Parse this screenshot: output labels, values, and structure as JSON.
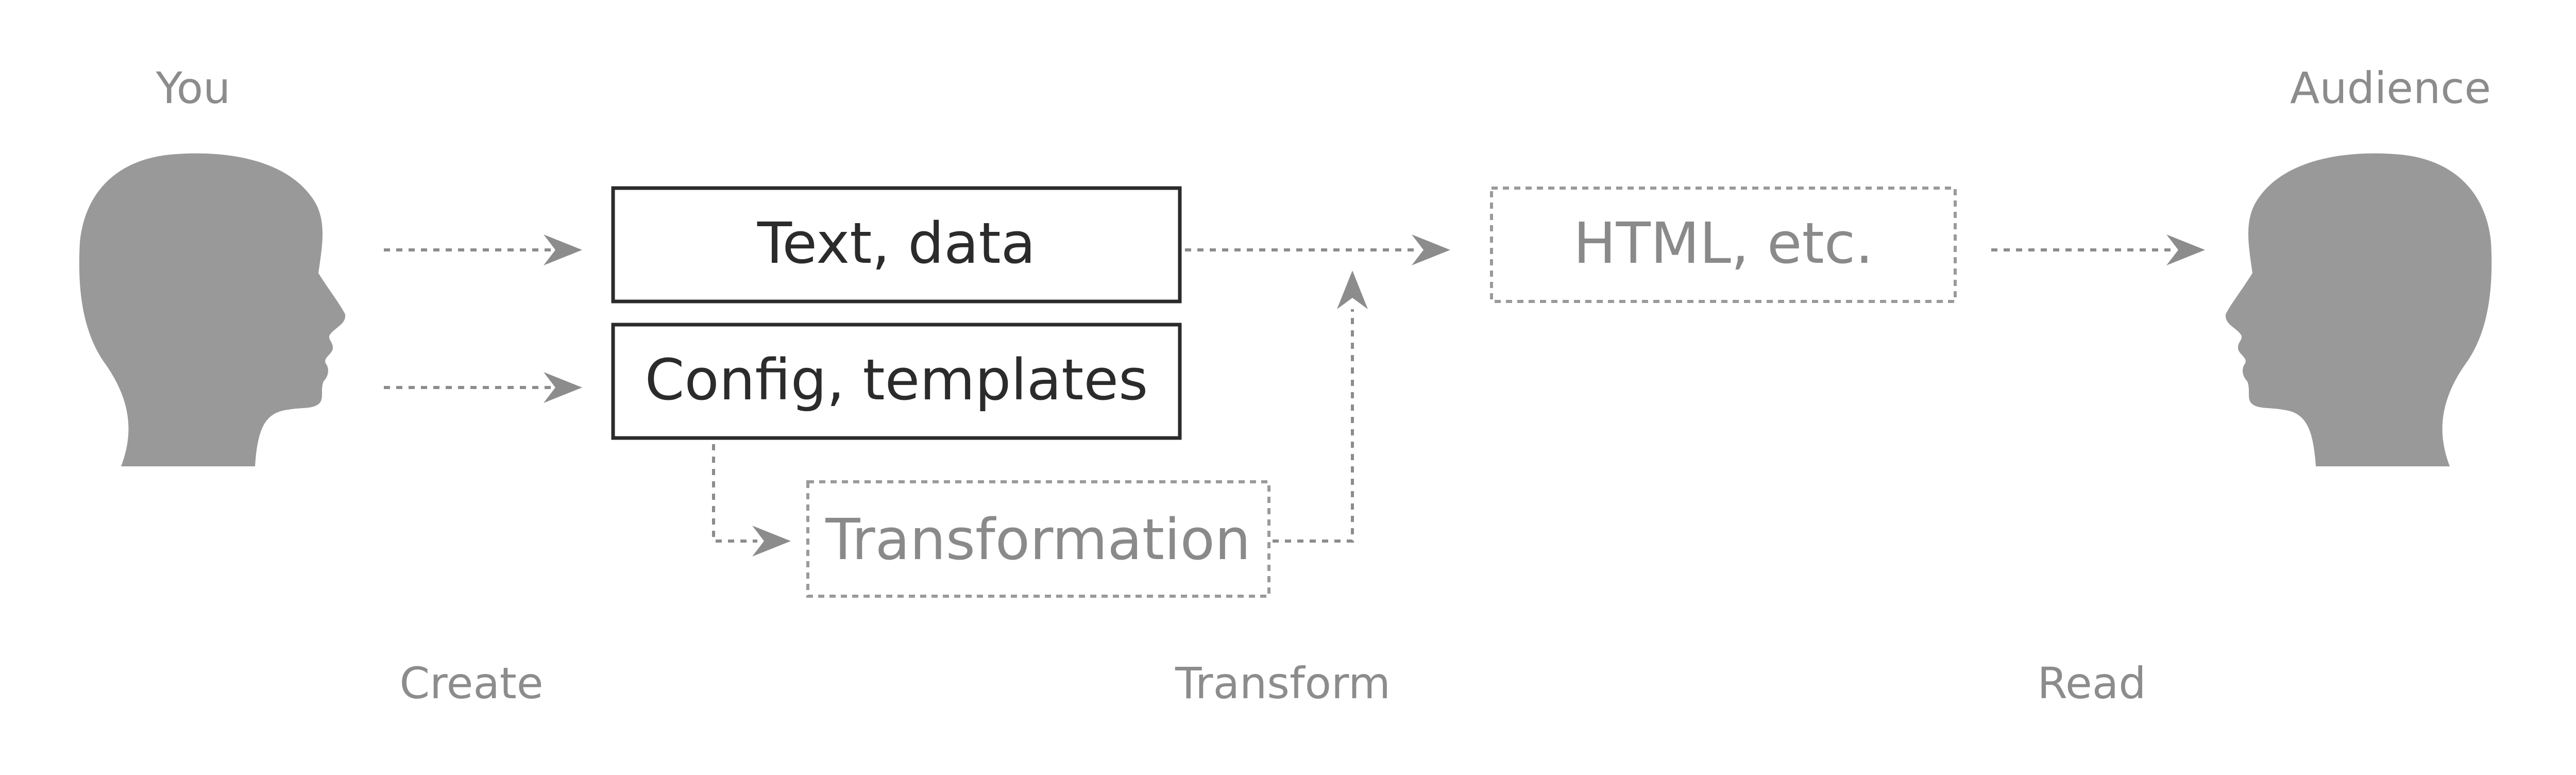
{
  "people": {
    "creator": {
      "label": "You",
      "icon": "head-silhouette-icon"
    },
    "reader": {
      "label": "Audience",
      "icon": "head-silhouette-icon"
    }
  },
  "boxes": {
    "text_data": {
      "label": "Text, data",
      "style": "solid"
    },
    "config_templates": {
      "label": "Config, templates",
      "style": "solid"
    },
    "transformation": {
      "label": "Transformation",
      "style": "dashed"
    },
    "output": {
      "label": "HTML, etc.",
      "style": "dashed"
    }
  },
  "stages": {
    "create": "Create",
    "transform": "Transform",
    "read": "Read"
  },
  "colors": {
    "solid_border": "#2b2b2b",
    "dashed_border": "#9a9a9a",
    "arrow": "#8c8c8c",
    "silhouette": "#999999",
    "label_text": "#8c8c8c"
  }
}
